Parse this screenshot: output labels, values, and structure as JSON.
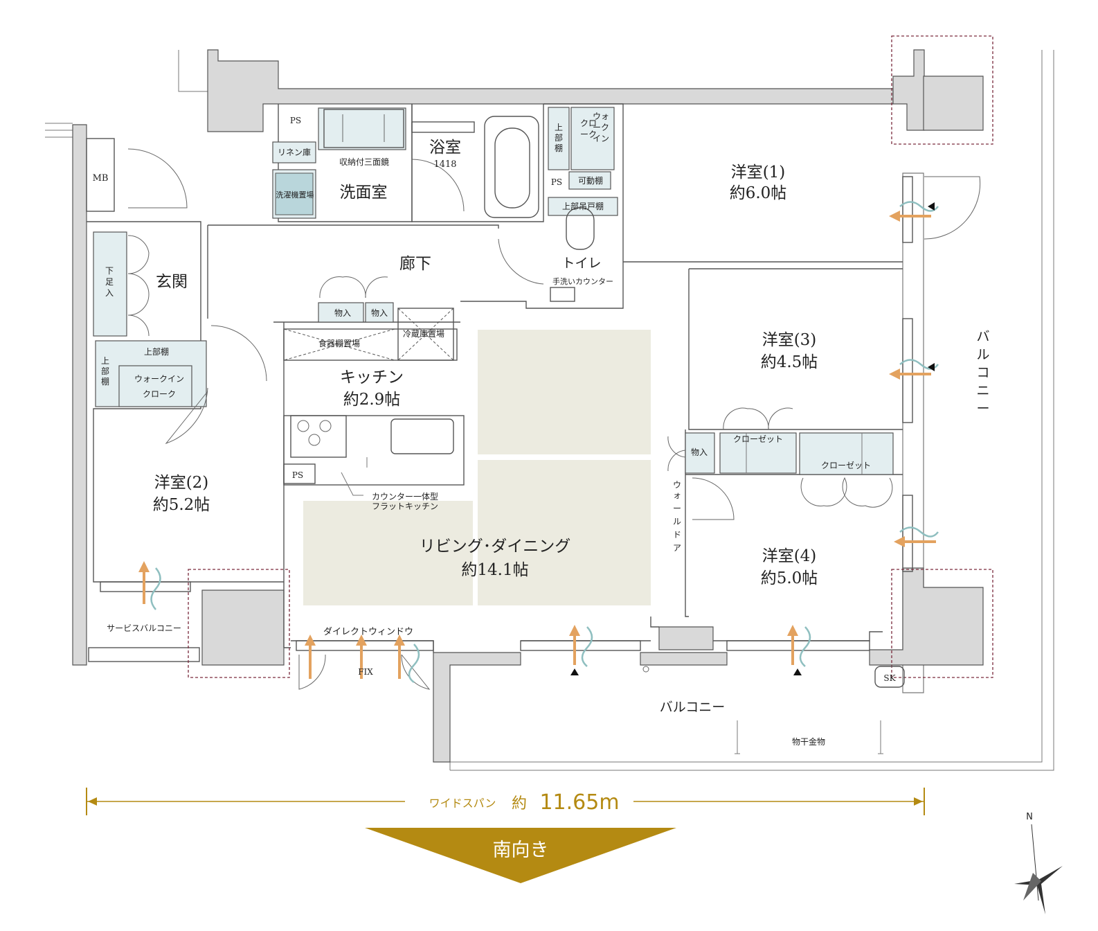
{
  "rooms": {
    "bedroom1": {
      "name": "洋室(1)",
      "size": "約6.0帖"
    },
    "bedroom2": {
      "name": "洋室(2)",
      "size": "約5.2帖"
    },
    "bedroom3": {
      "name": "洋室(3)",
      "size": "約4.5帖"
    },
    "bedroom4": {
      "name": "洋室(4)",
      "size": "約5.0帖"
    },
    "living": {
      "name": "リビング･ダイニング",
      "size": "約14.1帖"
    },
    "kitchen": {
      "name": "キッチン",
      "size": "約2.9帖"
    },
    "bath": {
      "name": "浴室",
      "size": "1418"
    },
    "washroom": "洗面室",
    "corridor": "廊下",
    "toilet": "トイレ",
    "entrance": "玄関"
  },
  "labels": {
    "mb": "MB",
    "ps": "PS",
    "linen": "リネン庫",
    "washer": "洗濯機置場",
    "mirror": "収納付三面鏡",
    "walkin_upper": [
      "ウォ",
      "ーク",
      "イン",
      "クロ",
      "ーク"
    ],
    "upper_shelf_v": [
      "上",
      "部",
      "棚"
    ],
    "movable_shelf": "可動棚",
    "upper_cabinet": "上部吊戸棚",
    "hand_wash": "手洗いカウンター",
    "storage": "物入",
    "shoe_box": [
      "下",
      "足",
      "入"
    ],
    "upper_shelf": "上部棚",
    "walkin_lower_1": "ウォークイン",
    "walkin_lower_2": "クローク",
    "dish_cabinet": "食器棚置場",
    "fridge": "冷蔵庫置場",
    "counter_kitchen_1": "カウンター一体型",
    "counter_kitchen_2": "フラットキッチン",
    "closet": "クローゼット",
    "wall_door": [
      "ウ",
      "ォ",
      "ー",
      "ル",
      "ド",
      "ア"
    ],
    "service_balcony": "サービスバルコニー",
    "direct_window": "ダイレクトウィンドウ",
    "fix": "FIX",
    "balcony": "バルコニー",
    "balcony_vertical": [
      "バ",
      "ル",
      "コ",
      "ニ",
      "ー"
    ],
    "drying_rack": "物干金物",
    "sk": "SK"
  },
  "span": {
    "label": "ワイドスパン",
    "approx": "約",
    "value": "11.65m"
  },
  "orientation": "南向き",
  "compass": "N",
  "colors": {
    "accent": "#b48a12",
    "storage": "#e3eef0",
    "rug": "#ecebe0",
    "arrow": "#e3a25f",
    "wall": "#d9d9d9"
  }
}
